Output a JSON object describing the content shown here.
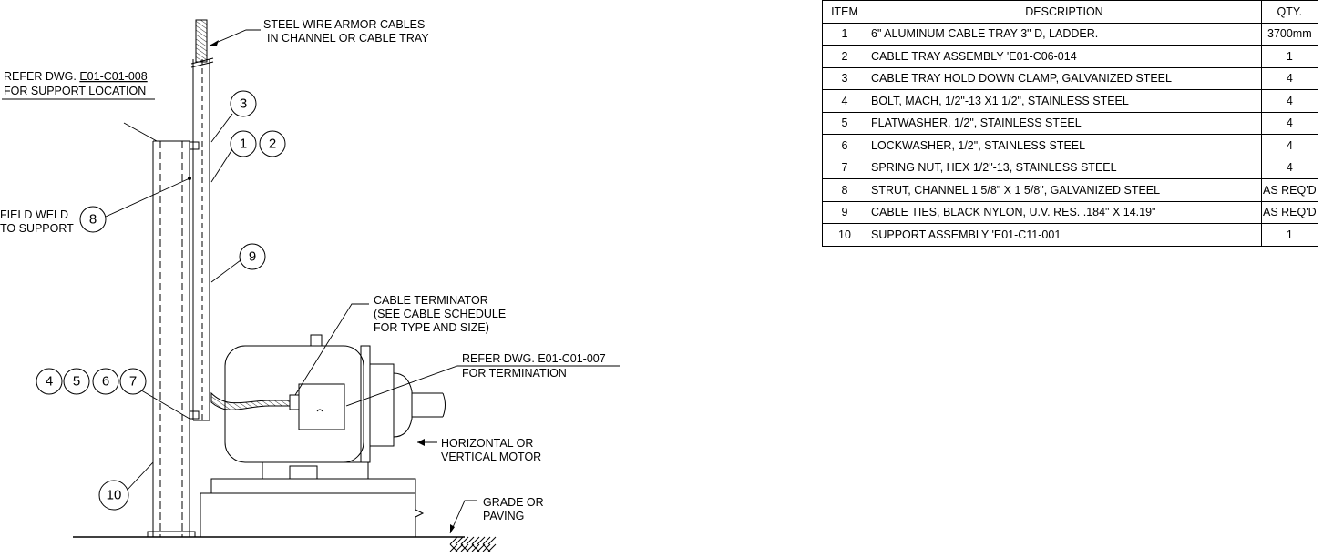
{
  "drawing": {
    "notes": {
      "cables_line1": "STEEL WIRE ARMOR CABLES",
      "cables_line2": "IN CHANNEL OR CABLE TRAY",
      "refer_support_prefix": "REFER DWG. ",
      "refer_support_dwg": "E01-C01-008",
      "refer_support_line2": "FOR SUPPORT LOCATION",
      "field_weld_line1": "FIELD WELD",
      "field_weld_line2": "TO SUPPORT",
      "terminator_line1": "CABLE TERMINATOR",
      "terminator_line2": "(SEE CABLE SCHEDULE",
      "terminator_line3": "FOR TYPE AND SIZE)",
      "termination_line1": "REFER DWG. E01-C01-007",
      "termination_line2": "FOR TERMINATION",
      "motor_line1": "HORIZONTAL OR",
      "motor_line2": "VERTICAL MOTOR",
      "grade_line1": "GRADE OR",
      "grade_line2": "PAVING"
    },
    "bubbles": {
      "b1": "1",
      "b2": "2",
      "b3": "3",
      "b4": "4",
      "b5": "5",
      "b6": "6",
      "b7": "7",
      "b8": "8",
      "b9": "9",
      "b10": "10"
    }
  },
  "bom": {
    "headers": {
      "item": "ITEM",
      "description": "DESCRIPTION",
      "qty": "QTY."
    },
    "rows": [
      {
        "item": "1",
        "description": "6\" ALUMINUM CABLE TRAY 3\" D, LADDER.",
        "qty": "3700mm"
      },
      {
        "item": "2",
        "description": "CABLE TRAY ASSEMBLY 'E01-C06-014",
        "qty": "1"
      },
      {
        "item": "3",
        "description": "CABLE TRAY HOLD DOWN CLAMP, GALVANIZED STEEL",
        "qty": "4"
      },
      {
        "item": "4",
        "description": "BOLT, MACH, 1/2\"-13 X1 1/2\", STAINLESS STEEL",
        "qty": "4"
      },
      {
        "item": "5",
        "description": "FLATWASHER, 1/2\", STAINLESS STEEL",
        "qty": "4"
      },
      {
        "item": "6",
        "description": "LOCKWASHER, 1/2\", STAINLESS STEEL",
        "qty": "4"
      },
      {
        "item": "7",
        "description": "SPRING NUT, HEX 1/2\"-13, STAINLESS STEEL",
        "qty": "4"
      },
      {
        "item": "8",
        "description": "STRUT, CHANNEL 1 5/8\" X 1 5/8\", GALVANIZED STEEL",
        "qty": "AS REQ'D"
      },
      {
        "item": "9",
        "description": "CABLE TIES, BLACK NYLON, U.V. RES.  .184\" X 14.19\"",
        "qty": "AS REQ'D"
      },
      {
        "item": "10",
        "description": "SUPPORT ASSEMBLY  'E01-C11-001",
        "qty": "1"
      }
    ]
  }
}
